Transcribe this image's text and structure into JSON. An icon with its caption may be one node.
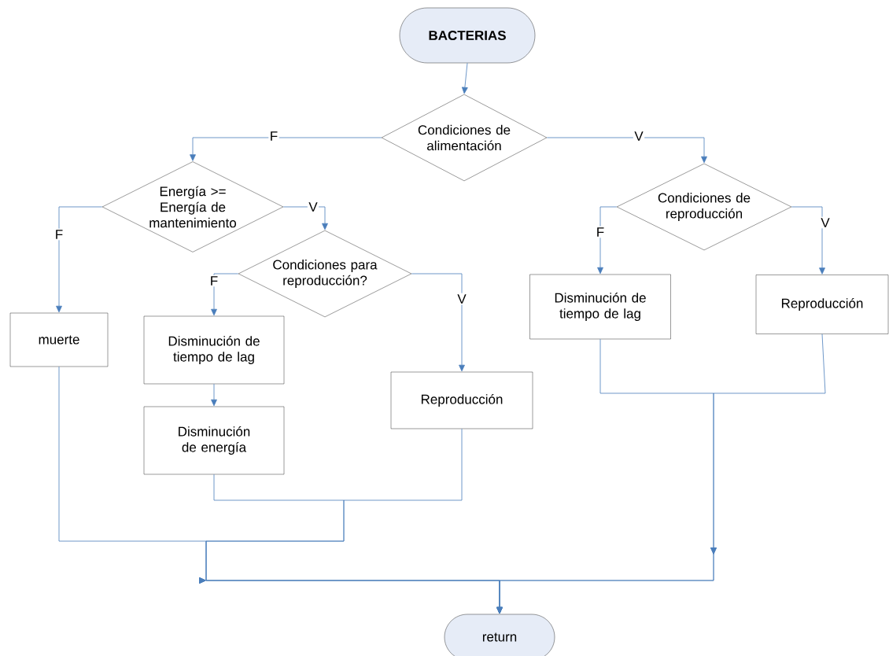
{
  "diagram": {
    "nodes": [
      {
        "text": [
          "BACTERIAS"
        ]
      },
      {
        "text": [
          "Condiciones de alimentación"
        ]
      },
      {
        "text": [
          "Energía >= Energía de mantenimiento"
        ]
      },
      {
        "text": [
          "Condiciones para reproducción?"
        ]
      },
      {
        "text": [
          "Condiciones de reproducción"
        ]
      },
      {
        "text": [
          "muerte"
        ]
      },
      {
        "text": [
          "Disminución de tiempo de lag"
        ]
      },
      {
        "text": [
          "Disminución de energía"
        ]
      },
      {
        "text": [
          "Reproducción"
        ]
      },
      {
        "text": [
          "Disminución de tiempo de lag"
        ]
      },
      {
        "text": [
          "Reproducción"
        ]
      },
      {
        "text": [
          "return"
        ]
      }
    ],
    "edges": [
      {
        "from": 0,
        "to": 1,
        "arrow": "to"
      },
      {
        "from": 1,
        "to": 2,
        "arrow": "to",
        "label": "F"
      },
      {
        "from": 1,
        "to": 4,
        "arrow": "to",
        "label": "V"
      },
      {
        "from": 2,
        "to": 5,
        "arrow": "to",
        "label": "F"
      },
      {
        "from": 2,
        "to": 3,
        "arrow": "to",
        "label": "V"
      },
      {
        "from": 3,
        "to": 6,
        "arrow": "to",
        "label": "F"
      },
      {
        "from": 3,
        "to": 8,
        "arrow": "to",
        "label": "V"
      },
      {
        "from": 6,
        "to": 7,
        "arrow": "to"
      },
      {
        "from": 4,
        "to": 9,
        "arrow": "to",
        "label": "F"
      },
      {
        "from": 4,
        "to": 10,
        "arrow": "to",
        "label": "V"
      },
      {
        "from": 5,
        "to": 11,
        "arrow": "to"
      },
      {
        "from": 7,
        "to": 11,
        "arrow": "to"
      },
      {
        "from": 8,
        "to": 11,
        "arrow": "to"
      },
      {
        "from": 9,
        "to": 11,
        "arrow": "to"
      },
      {
        "from": 10,
        "to": 11,
        "arrow": "to"
      }
    ]
  }
}
